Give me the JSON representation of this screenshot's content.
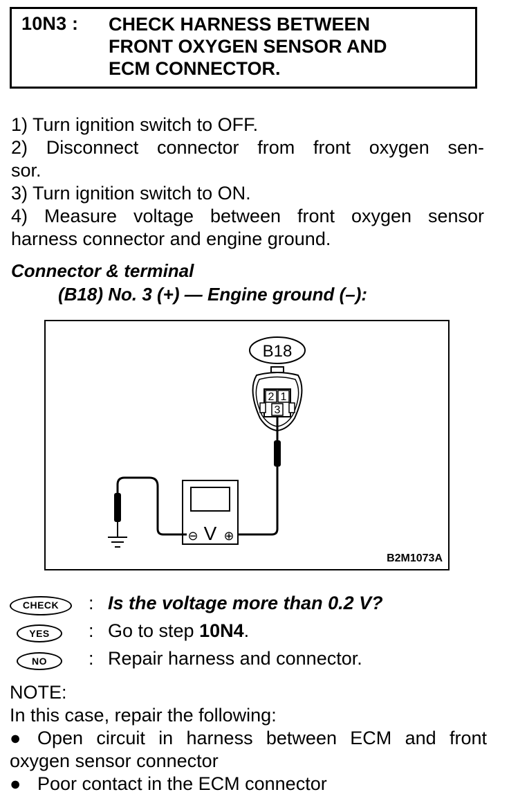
{
  "header": {
    "step_id": "10N3 :",
    "title_lines": [
      "CHECK HARNESS BETWEEN",
      "FRONT OXYGEN SENSOR AND",
      "ECM CONNECTOR."
    ]
  },
  "steps": [
    "1)  Turn ignition switch to OFF.",
    "2)  Disconnect connector from front oxygen sen-",
    "sor.",
    "3)  Turn ignition switch to ON.",
    "4)  Measure voltage between front oxygen sensor",
    "harness connector and engine ground."
  ],
  "connector_terminal": {
    "title": "Connector & terminal",
    "spec": "(B18) No. 3 (+) — Engine ground (–):"
  },
  "diagram": {
    "connector_label": "B18",
    "pins": [
      "2",
      "1",
      "3"
    ],
    "meter_symbol": "V",
    "negative_symbol": "⊖",
    "positive_symbol": "⊕",
    "figure_id": "B2M1073A"
  },
  "check": {
    "badge": "CHECK",
    "question": "Is the voltage more than 0.2 V?"
  },
  "yes": {
    "badge": "YES",
    "text_prefix": "Go to step ",
    "step_ref": "10N4",
    "text_suffix": "."
  },
  "no": {
    "badge": "NO",
    "text": "Repair harness and connector."
  },
  "note": {
    "label": "NOTE:",
    "intro": "In this case, repair the following:",
    "bullet_symbol": "●",
    "items": [
      [
        "Open circuit in harness between ECM and front",
        "oxygen sensor connector"
      ],
      [
        "Poor contact in the ECM connector"
      ]
    ]
  }
}
